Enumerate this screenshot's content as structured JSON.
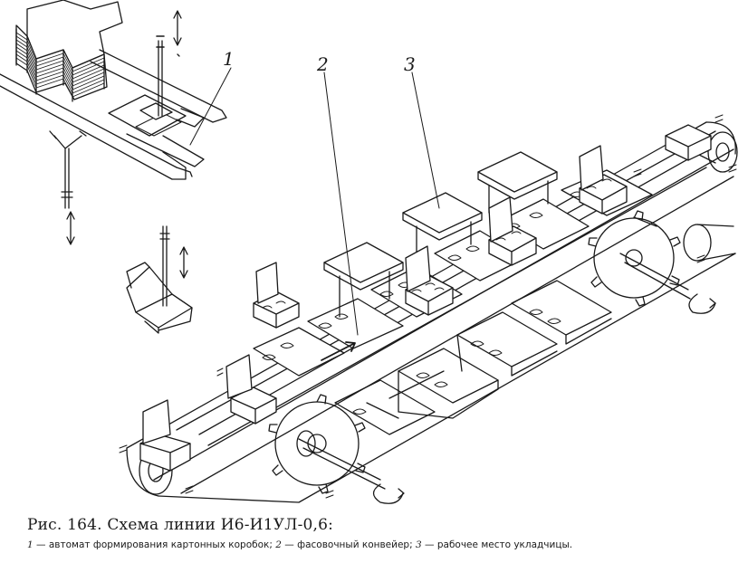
{
  "figure": {
    "callouts": [
      "1",
      "2",
      "3"
    ],
    "caption_title": "Рис. 164. Схема линии И6-И1УЛ-0,6:",
    "legend": [
      {
        "num": "1",
        "text": "— автомат формирования картонных коробок;"
      },
      {
        "num": "2",
        "text": "— фасовочный конвейер;"
      },
      {
        "num": "3",
        "text": "— рабочее место укладчицы."
      }
    ]
  },
  "colors": {
    "ink": "#1a1a1a",
    "paper": "#ffffff"
  }
}
